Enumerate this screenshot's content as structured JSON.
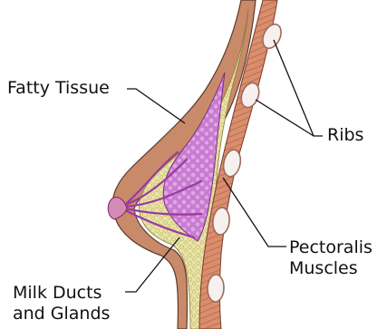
{
  "labels": {
    "fatty_tissue": "Fatty Tissue",
    "ribs": "Ribs",
    "pectoralis_line1": "Pectoralis",
    "pectoralis_line2": "Muscles",
    "milk_line1": "Milk Ducts",
    "milk_line2": "and Glands"
  },
  "colors": {
    "background": "#ffffff",
    "label_text": "#111111",
    "leader_line": "#111111",
    "outline": "#5a3a2a",
    "skin": "#c98a6a",
    "fat": "#e9e3a6",
    "fat_dots": "#c9c27a",
    "gland": "#c77bd0",
    "gland_lobules": "#dfa6e4",
    "duct": "#9a3aa2",
    "muscle": "#d98e6e",
    "muscle_stripes": "#b8654a",
    "rib": "#f6f0ef",
    "rib_outline": "#a06a5a",
    "nipple": "#d58ab6"
  }
}
